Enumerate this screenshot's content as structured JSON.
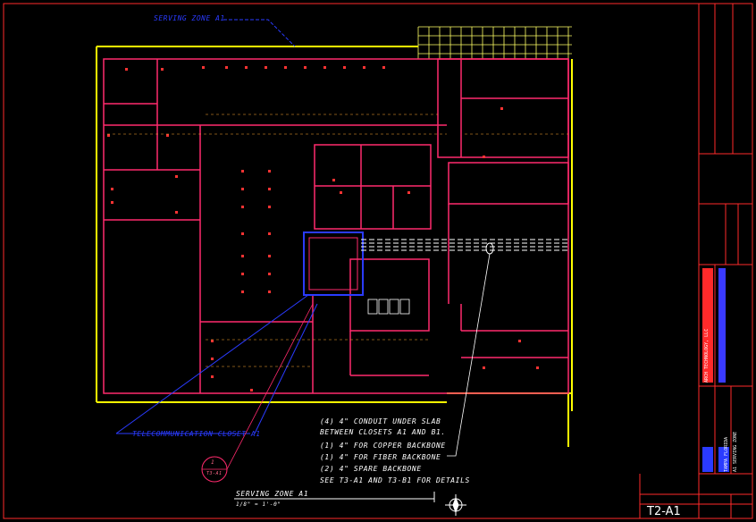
{
  "drawing": {
    "serving_zone_top": "SERVING ZONE A1",
    "serving_zone_bottom": "SERVING ZONE A1",
    "scale": "1/8\" = 1'-0\"",
    "telecom_closet_label": "TELECOMMUNICATION CLOSET A1",
    "detail_bubble_num": "1",
    "detail_bubble_sheet": "T3-A1",
    "notes": [
      "(4) 4\" CONDUIT UNDER SLAB",
      "BETWEEN CLOSETS A1 AND B1.",
      "(1) 4\" FOR COPPER BACKBONE",
      "(1) 4\" FOR FIBER BACKBONE",
      "(2) 4\" SPARE BACKBONE",
      "SEE T3-A1 AND T3-B1 FOR DETAILS"
    ]
  },
  "title_block": {
    "sheet_number": "T2-A1",
    "sheet_title": "A1 SERVING ZONE",
    "project": "TAMPA FLORIDA",
    "firm": "ARCH TECHNOLOGY, LLC"
  },
  "colors": {
    "wall": "#ff2a6d",
    "exterior": "#ffff00",
    "blue": "#2a3bff",
    "white": "#ffffff",
    "red_text": "#ff3333"
  }
}
